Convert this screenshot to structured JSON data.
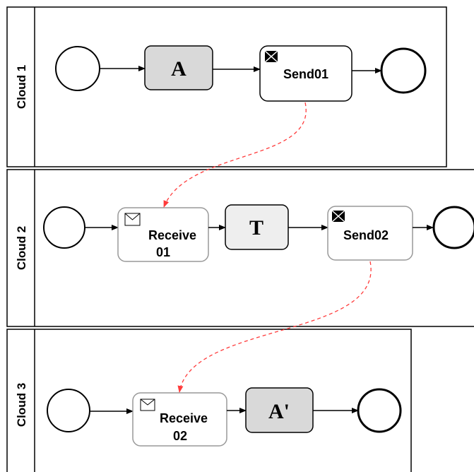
{
  "lanes": [
    {
      "label": "Cloud 1"
    },
    {
      "label": "Cloud 2"
    },
    {
      "label": "Cloud 3"
    }
  ],
  "tasks": {
    "a": "A",
    "send01": "Send01",
    "receive01_line1": "Receive",
    "receive01_line2": "01",
    "t": "T",
    "send02": "Send02",
    "receive02_line1": "Receive",
    "receive02_line2": "02",
    "a_prime": "A'"
  },
  "colors": {
    "line": "#000000",
    "message_flow": "#ff3b3b",
    "task_fill_shaded": "#d9d9d9",
    "task_fill_light": "#eeeeee",
    "task_border_light": "#999999"
  }
}
